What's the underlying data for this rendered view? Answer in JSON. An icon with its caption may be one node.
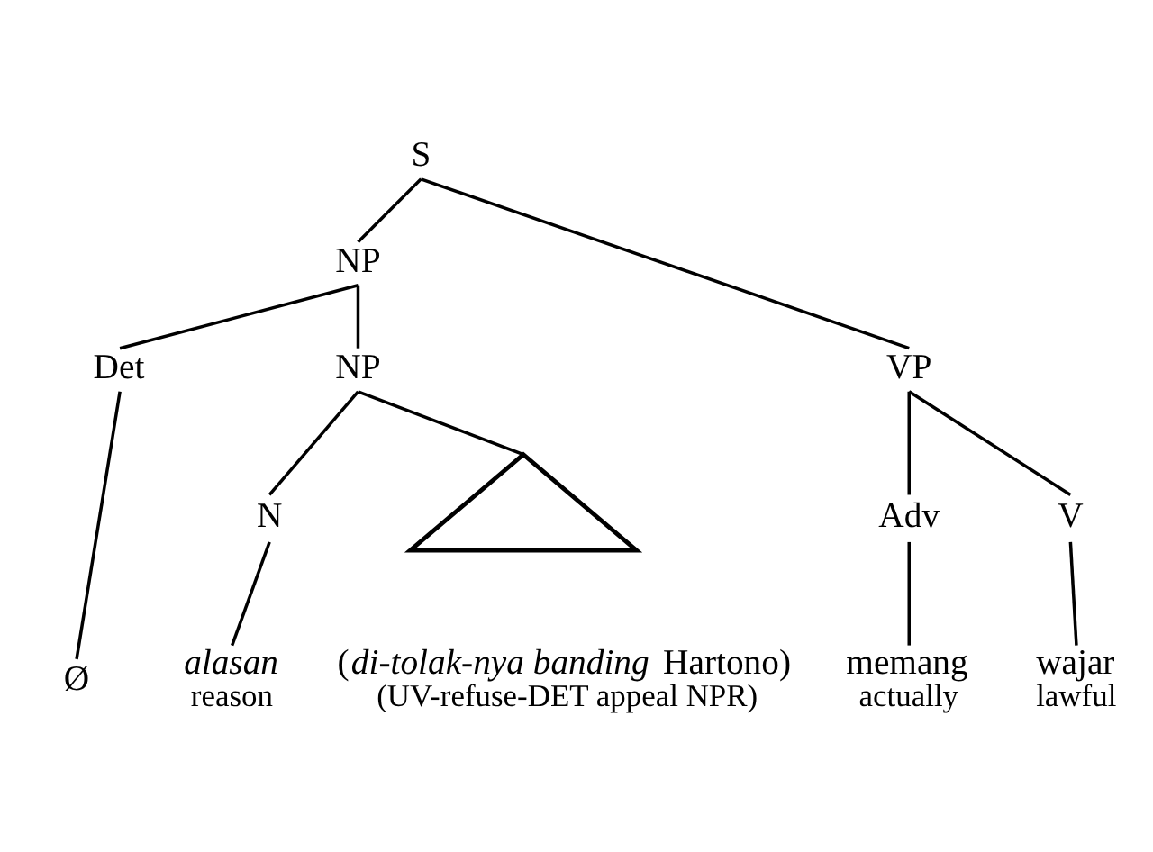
{
  "diagram": {
    "nodes": [
      {
        "text": [
          "S"
        ]
      },
      {
        "text": [
          "NP"
        ]
      },
      {
        "text": [
          "VP"
        ]
      },
      {
        "text": [
          "Det"
        ]
      },
      {
        "text": [
          "NP"
        ]
      },
      {
        "text": [
          "Adv"
        ]
      },
      {
        "text": [
          "V"
        ]
      },
      {
        "text": [
          "N"
        ]
      },
      {
        "text": [],
        "shape": "triangle"
      },
      {
        "text": [
          "Ø"
        ]
      },
      {
        "text": [
          "alasan"
        ],
        "beside": [
          "reason"
        ]
      },
      {
        "text": [
          "(*di-tolak-nya banding* Hartono)"
        ],
        "beside": [
          "(UV-refuse-DET appeal NPR)"
        ]
      },
      {
        "text": [
          "memang"
        ],
        "beside": [
          "actually"
        ]
      },
      {
        "text": [
          "wajar"
        ],
        "beside": [
          "lawful"
        ]
      }
    ],
    "edges": [
      {
        "from": 0,
        "to": 1,
        "arrow": "none"
      },
      {
        "from": 0,
        "to": 2,
        "arrow": "none"
      },
      {
        "from": 1,
        "to": 3,
        "arrow": "none"
      },
      {
        "from": 1,
        "to": 4,
        "arrow": "none"
      },
      {
        "from": 2,
        "to": 5,
        "arrow": "none"
      },
      {
        "from": 2,
        "to": 6,
        "arrow": "none"
      },
      {
        "from": 3,
        "to": 9,
        "arrow": "none"
      },
      {
        "from": 4,
        "to": 7,
        "arrow": "none"
      },
      {
        "from": 4,
        "to": 8,
        "arrow": "none"
      },
      {
        "from": 7,
        "to": 10,
        "arrow": "none"
      },
      {
        "from": 5,
        "to": 12,
        "arrow": "none"
      },
      {
        "from": 6,
        "to": 13,
        "arrow": "none"
      }
    ]
  }
}
